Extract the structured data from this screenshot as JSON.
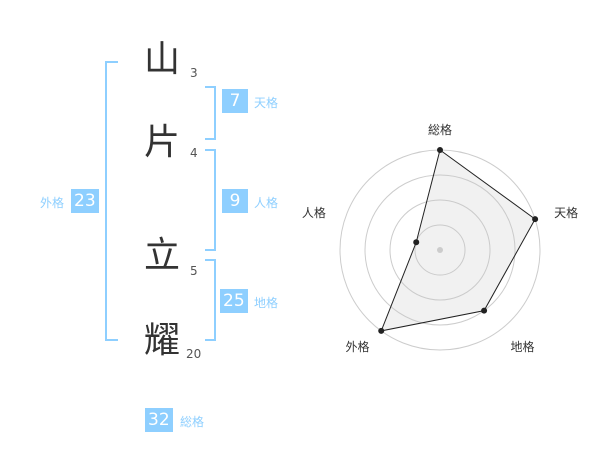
{
  "accent_color": "#8ecfff",
  "name": {
    "chars": [
      {
        "char": "山",
        "strokes": "3"
      },
      {
        "char": "片",
        "strokes": "4"
      },
      {
        "char": "立",
        "strokes": "5"
      },
      {
        "char": "耀",
        "strokes": "20"
      }
    ]
  },
  "fortune": {
    "tenkaku": {
      "value": "7",
      "label": "天格"
    },
    "jinkaku": {
      "value": "9",
      "label": "人格"
    },
    "chikaku": {
      "value": "25",
      "label": "地格"
    },
    "gaikaku": {
      "value": "23",
      "label": "外格"
    },
    "soukaku": {
      "value": "32",
      "label": "総格"
    }
  },
  "chart_data": {
    "type": "radar",
    "axes": [
      "総格",
      "天格",
      "地格",
      "外格",
      "人格"
    ],
    "values": [
      4.0,
      4.0,
      3.0,
      4.0,
      1.0
    ],
    "rmax": 4,
    "rings": 4
  }
}
